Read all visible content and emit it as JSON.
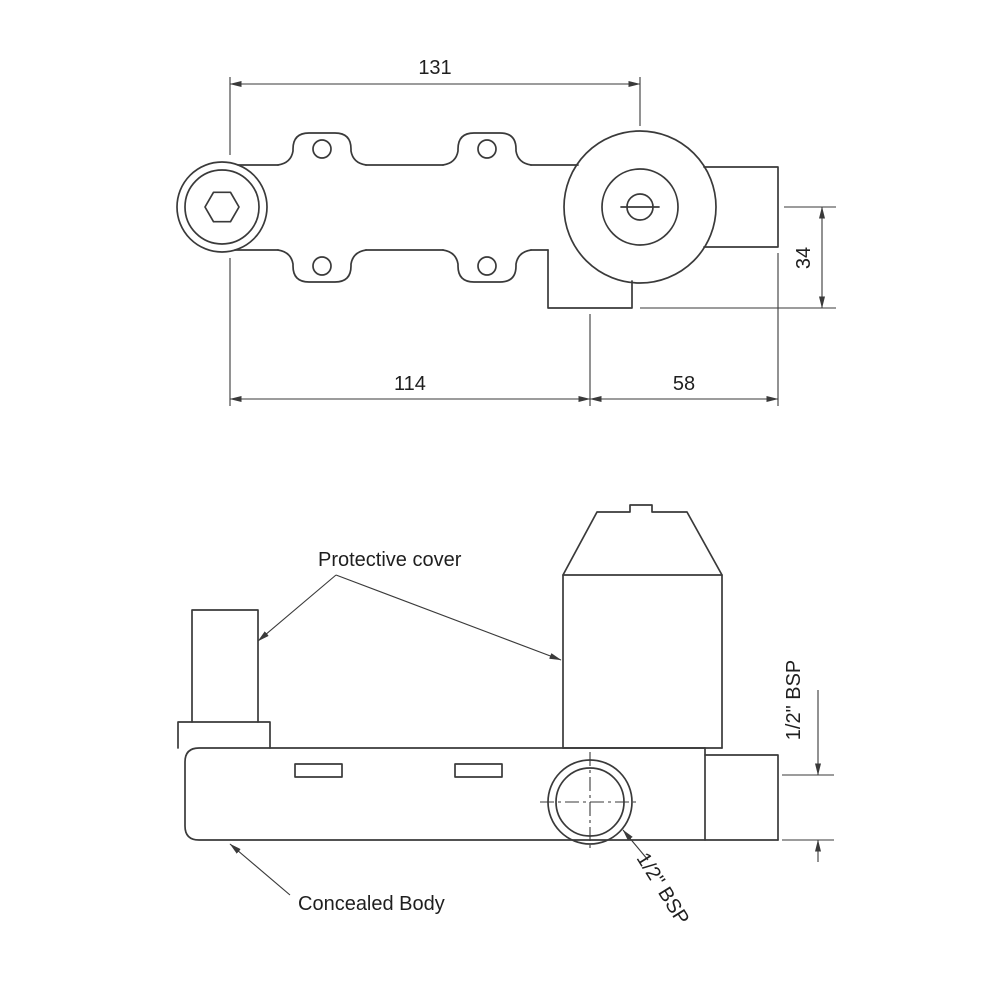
{
  "drawing": {
    "line_color": "#3a3a3a",
    "text_color": "#1f1f1f",
    "background": "#ffffff",
    "dimensions": {
      "top_width": "131",
      "bottom_left_width": "114",
      "bottom_right_width": "58",
      "right_height": "34"
    },
    "labels": {
      "protective_cover": "Protective cover",
      "concealed_body": "Concealed Body",
      "bsp_right": "1/2\" BSP",
      "bsp_bottom": "1/2\" BSP"
    }
  }
}
